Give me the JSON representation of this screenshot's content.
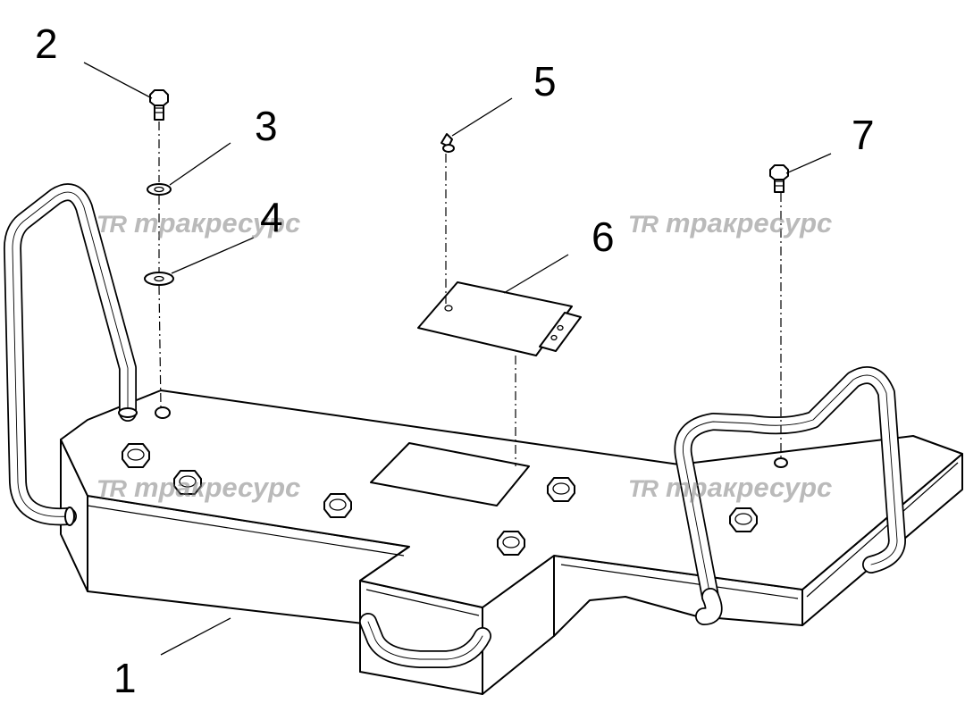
{
  "callouts": [
    {
      "id": "1",
      "label": "1"
    },
    {
      "id": "2",
      "label": "2"
    },
    {
      "id": "3",
      "label": "3"
    },
    {
      "id": "4",
      "label": "4"
    },
    {
      "id": "5",
      "label": "5"
    },
    {
      "id": "6",
      "label": "6"
    },
    {
      "id": "7",
      "label": "7"
    }
  ],
  "watermark": {
    "mark": "TR",
    "text": "тракресурс"
  }
}
